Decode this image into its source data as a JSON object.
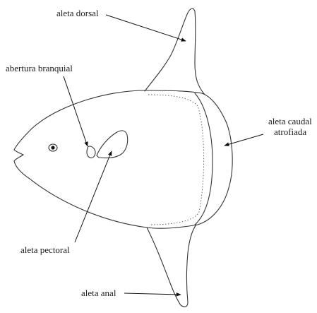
{
  "labels": {
    "dorsal_fin": "aleta dorsal",
    "gill_opening": "abertura branquial",
    "caudal_fin_line1": "aleta caudal",
    "caudal_fin_line2": "atrofiada",
    "pectoral_fin": "aleta pectoral",
    "anal_fin": "aleta anal"
  }
}
